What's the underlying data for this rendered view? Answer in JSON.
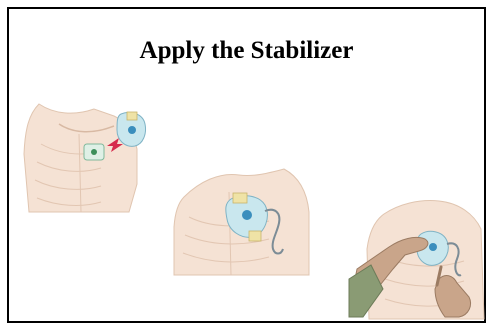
{
  "slide": {
    "title": "Apply the Stabilizer"
  },
  "illustrations": [
    {
      "name": "step-1-shoulder-with-stabilizer-pad"
    },
    {
      "name": "step-2-stabilizer-applied-with-catheter"
    },
    {
      "name": "step-3-hands-securing-stabilizer"
    }
  ],
  "colors": {
    "border": "#000000",
    "skin": "#f3d9c7",
    "bone_outline": "#d8b9a3",
    "pad": "#c9e7ee",
    "pad_center": "#3a8ebd",
    "tape": "#efe3a6",
    "glove": "#c9a58a",
    "sleeve": "#8a9b74",
    "arrow": "#d62a4c"
  }
}
